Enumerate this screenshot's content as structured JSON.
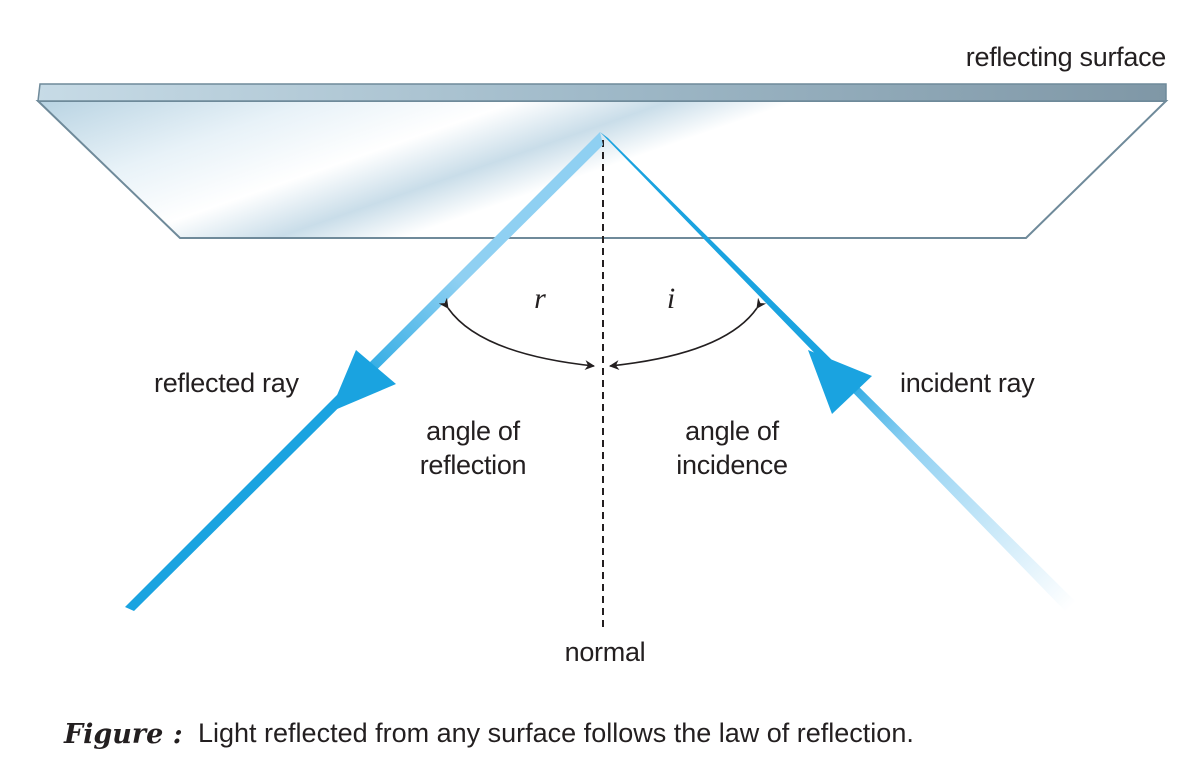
{
  "diagram": {
    "labels": {
      "surface": "reflecting surface",
      "reflected_ray": "reflected ray",
      "incident_ray": "incident ray",
      "angle_reflection_line1": "angle of",
      "angle_reflection_line2": "reflection",
      "angle_incidence_line1": "angle of",
      "angle_incidence_line2": "incidence",
      "angle_r": "r",
      "angle_i": "i",
      "normal": "normal"
    },
    "colors": {
      "ray": "#1aa3e0",
      "ray_light": "#8fd0f2",
      "surface_edge": "#7f97a6",
      "surface_fill": "#d9e9f2"
    }
  },
  "caption": {
    "key": "Figure :",
    "text": "Light reflected from any surface follows the law of reflection."
  }
}
